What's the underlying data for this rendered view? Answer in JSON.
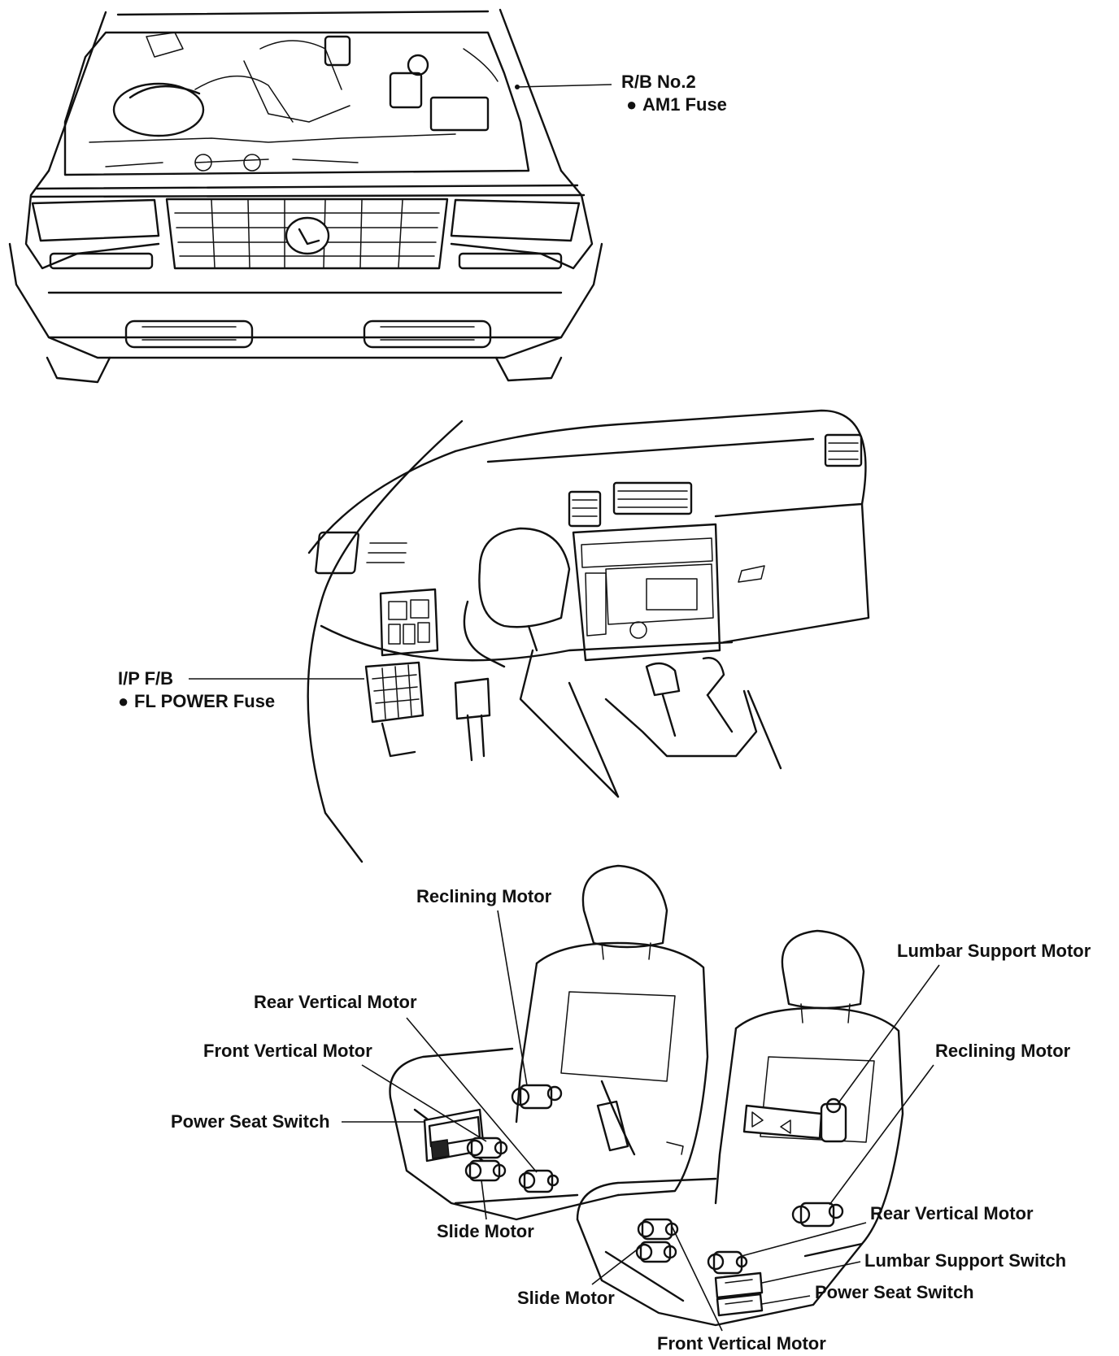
{
  "labels": {
    "rb_no2": "R/B No.2",
    "am1_fuse": "AM1 Fuse",
    "ip_fb": "I/P F/B",
    "fl_power_fuse": "FL POWER Fuse",
    "reclining_motor_left": "Reclining Motor",
    "rear_vertical_motor_left": "Rear Vertical Motor",
    "front_vertical_motor_left": "Front Vertical Motor",
    "power_seat_switch_left": "Power Seat Switch",
    "slide_motor_left": "Slide Motor",
    "lumbar_support_motor": "Lumbar Support Motor",
    "reclining_motor_right": "Reclining Motor",
    "rear_vertical_motor_right": "Rear Vertical Motor",
    "lumbar_support_switch": "Lumbar Support Switch",
    "power_seat_switch_right": "Power Seat Switch",
    "slide_motor_right": "Slide Motor",
    "front_vertical_motor_right": "Front Vertical Motor"
  },
  "bullet_glyph": "●",
  "colors": {
    "ink": "#111111",
    "paper": "#ffffff"
  }
}
